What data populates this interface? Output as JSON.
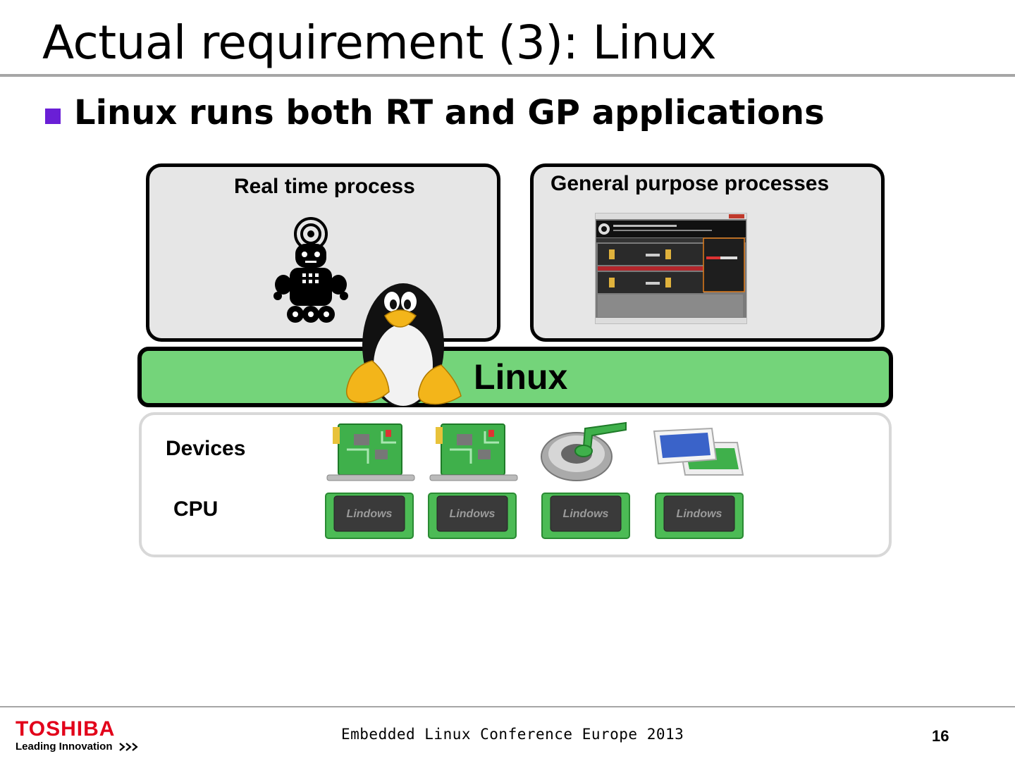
{
  "slide": {
    "title": "Actual requirement (3): Linux",
    "bullet": "Linux runs both RT and GP applications",
    "panels": {
      "realtime_title": "Real time process",
      "general_title": "General purpose processes"
    },
    "linux_label": "Linux",
    "hardware": {
      "devices_label": "Devices",
      "cpu_label": "CPU",
      "chip_text": "Lindows"
    },
    "footer": {
      "brand": "TOSHIBA",
      "tagline": "Leading Innovation",
      "conference": "Embedded Linux Conference Europe 2013",
      "page_number": "16"
    }
  },
  "colors": {
    "bullet": "#6a1fd6",
    "linux_bar": "#74d47a",
    "brand_red": "#e2001a",
    "panel_bg": "#e6e6e6"
  },
  "icons": {
    "realtime": "robot-icon",
    "mascot": "tux-penguin-icon",
    "app": "application-window-screenshot",
    "devices": [
      "network-card-icon",
      "network-card-icon",
      "sound-device-icon",
      "display-device-icon"
    ],
    "cpu": [
      "cpu-chip-icon",
      "cpu-chip-icon",
      "cpu-chip-icon",
      "cpu-chip-icon"
    ]
  }
}
